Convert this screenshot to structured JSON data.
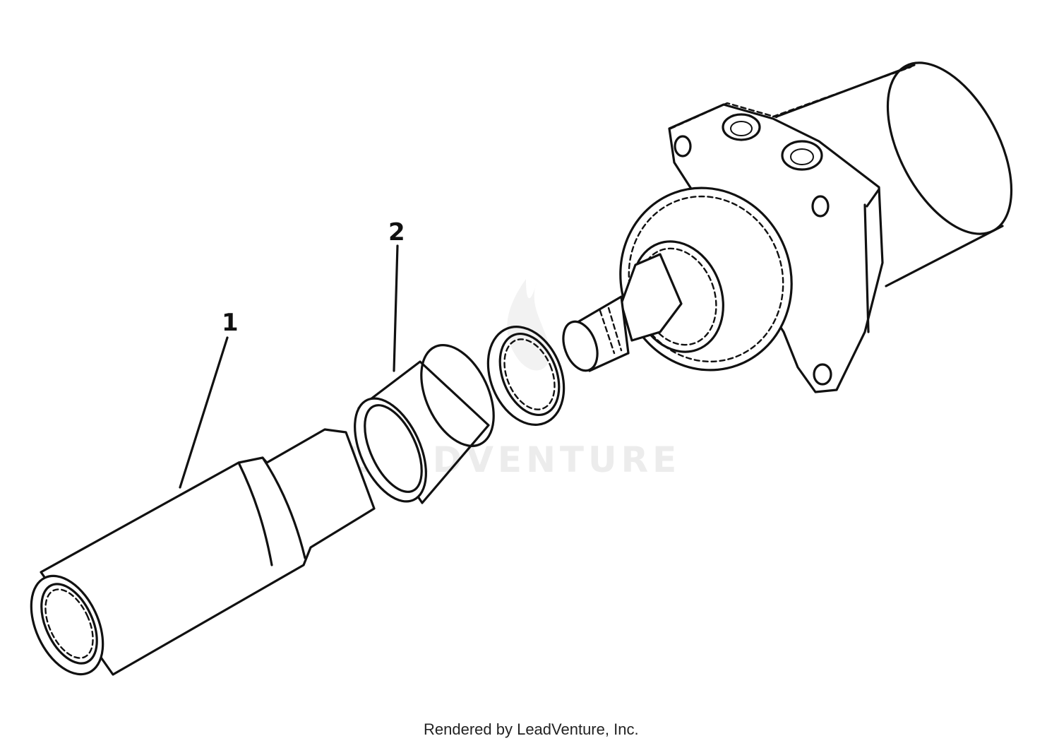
{
  "callouts": {
    "part_1": "1",
    "part_2": "2"
  },
  "watermark": {
    "text": "LEADVENTURE"
  },
  "footer": {
    "credit": "Rendered by LeadVenture, Inc."
  },
  "colors": {
    "line": "#111111",
    "watermark": "#ececec",
    "background": "#ffffff"
  }
}
